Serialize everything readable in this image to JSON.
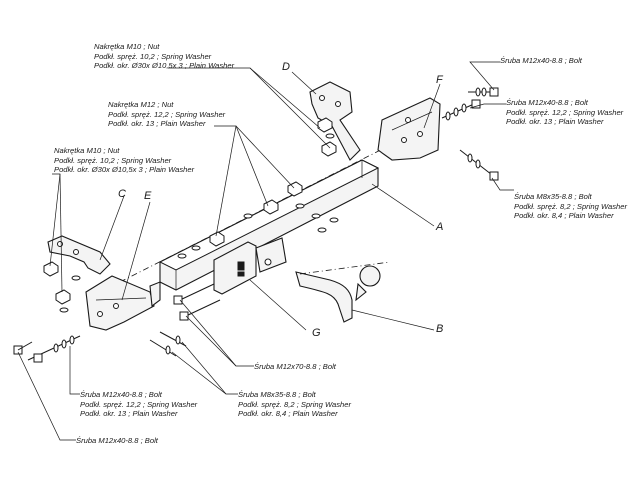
{
  "part_letters": {
    "a": "A",
    "b": "B",
    "c": "C",
    "d": "D",
    "e": "E",
    "f": "F",
    "g": "G"
  },
  "callouts": {
    "top_nut": [
      "Nakrętka  M10 ; Nut",
      "Podkł. spręż. 10,2 ; Spring Washer",
      "Podkł. okr.  Ø30x Ø10,5x 3 ; Plain Washer"
    ],
    "mid_nut": [
      "Nakrętka  M12 ; Nut",
      "Podkł. spręż. 12,2 ; Spring Washer",
      "Podkł. okr. 13 ; Plain Washer"
    ],
    "left_nut": [
      "Nakrętka  M10 ; Nut",
      "Podkł. spręż. 10,2 ; Spring Washer",
      "Podkł. okr.  Ø30x Ø10,5x 3 ; Plain Washer"
    ],
    "right_bolt": [
      "Śruba M12x40-8.8  ; Bolt"
    ],
    "right_bolt_set": [
      "Śruba M12x40-8.8  ;  Bolt",
      "Podkł. spręż. 12,2 ; Spring Washer",
      "Podkł. okr. 13 ; Plain Washer"
    ],
    "right_m8": [
      "Śruba M8x35-8.8  ;  Bolt",
      "Podkł. spręż. 8,2 ; Spring Washer",
      "Podkł. okr. 8,4 ; Plain Washer"
    ],
    "center_bolt": [
      "Śruba M12x70-8.8  ;  Bolt"
    ],
    "bottom_left_bolt_set": [
      "Śruba M12x40-8.8  ;  Bolt",
      "Podkł. spręż. 12,2 ; Spring Washer",
      "Podkł. okr. 13 ; Plain Washer"
    ],
    "bottom_m8": [
      "Śruba M8x35-8.8  ;  Bolt",
      "Podkł. spręż. 8,2 ; Spring Washer",
      "Podkł. okr. 8,4 ; Plain Washer"
    ],
    "bottom_bolt": [
      "Śruba M12x40-8.8  ;  Bolt"
    ]
  }
}
